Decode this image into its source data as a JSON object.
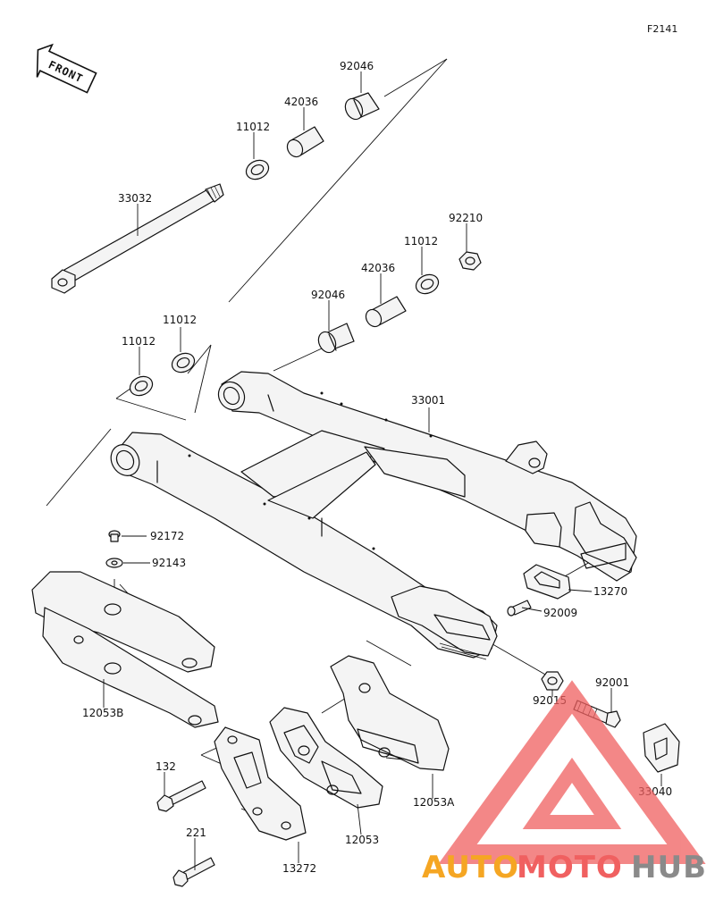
{
  "figure_code": "F2141",
  "front_label": "FRONT",
  "parts": [
    {
      "id": "92046_top",
      "number": "92046"
    },
    {
      "id": "42036_top",
      "number": "42036"
    },
    {
      "id": "11012_top",
      "number": "11012"
    },
    {
      "id": "33032",
      "number": "33032"
    },
    {
      "id": "92210",
      "number": "92210"
    },
    {
      "id": "11012_mid",
      "number": "11012"
    },
    {
      "id": "42036_mid",
      "number": "42036"
    },
    {
      "id": "92046_mid",
      "number": "92046"
    },
    {
      "id": "11012_left",
      "number": "11012"
    },
    {
      "id": "11012_far",
      "number": "11012"
    },
    {
      "id": "33001",
      "number": "33001"
    },
    {
      "id": "92172",
      "number": "92172"
    },
    {
      "id": "92143",
      "number": "92143"
    },
    {
      "id": "13270",
      "number": "13270"
    },
    {
      "id": "92009",
      "number": "92009"
    },
    {
      "id": "12053B",
      "number": "12053B"
    },
    {
      "id": "92001",
      "number": "92001"
    },
    {
      "id": "92015",
      "number": "92015"
    },
    {
      "id": "33040",
      "number": "33040"
    },
    {
      "id": "132",
      "number": "132"
    },
    {
      "id": "12053A",
      "number": "12053A"
    },
    {
      "id": "12053",
      "number": "12053"
    },
    {
      "id": "221",
      "number": "221"
    },
    {
      "id": "13272",
      "number": "13272"
    }
  ],
  "watermark": {
    "part1": "AUTO",
    "part2": "MOTO",
    "part3": "HUB",
    "color_orange": "#f5a623",
    "color_red": "#f06060",
    "color_gray": "#8a8a8a"
  }
}
